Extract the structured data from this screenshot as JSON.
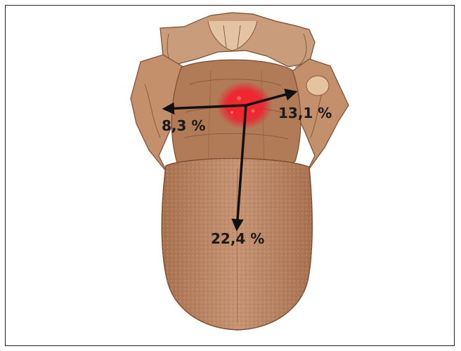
{
  "colors": {
    "tongue": "#b98563",
    "tongue_dark": "#8a5a3c",
    "tongue_light": "#d7b190",
    "lesion": "#e8222b",
    "arrow": "#111111",
    "frame_border": "#222222"
  },
  "labels": {
    "left": "8,3 %",
    "right": "13,1 %",
    "down": "22,4 %"
  }
}
